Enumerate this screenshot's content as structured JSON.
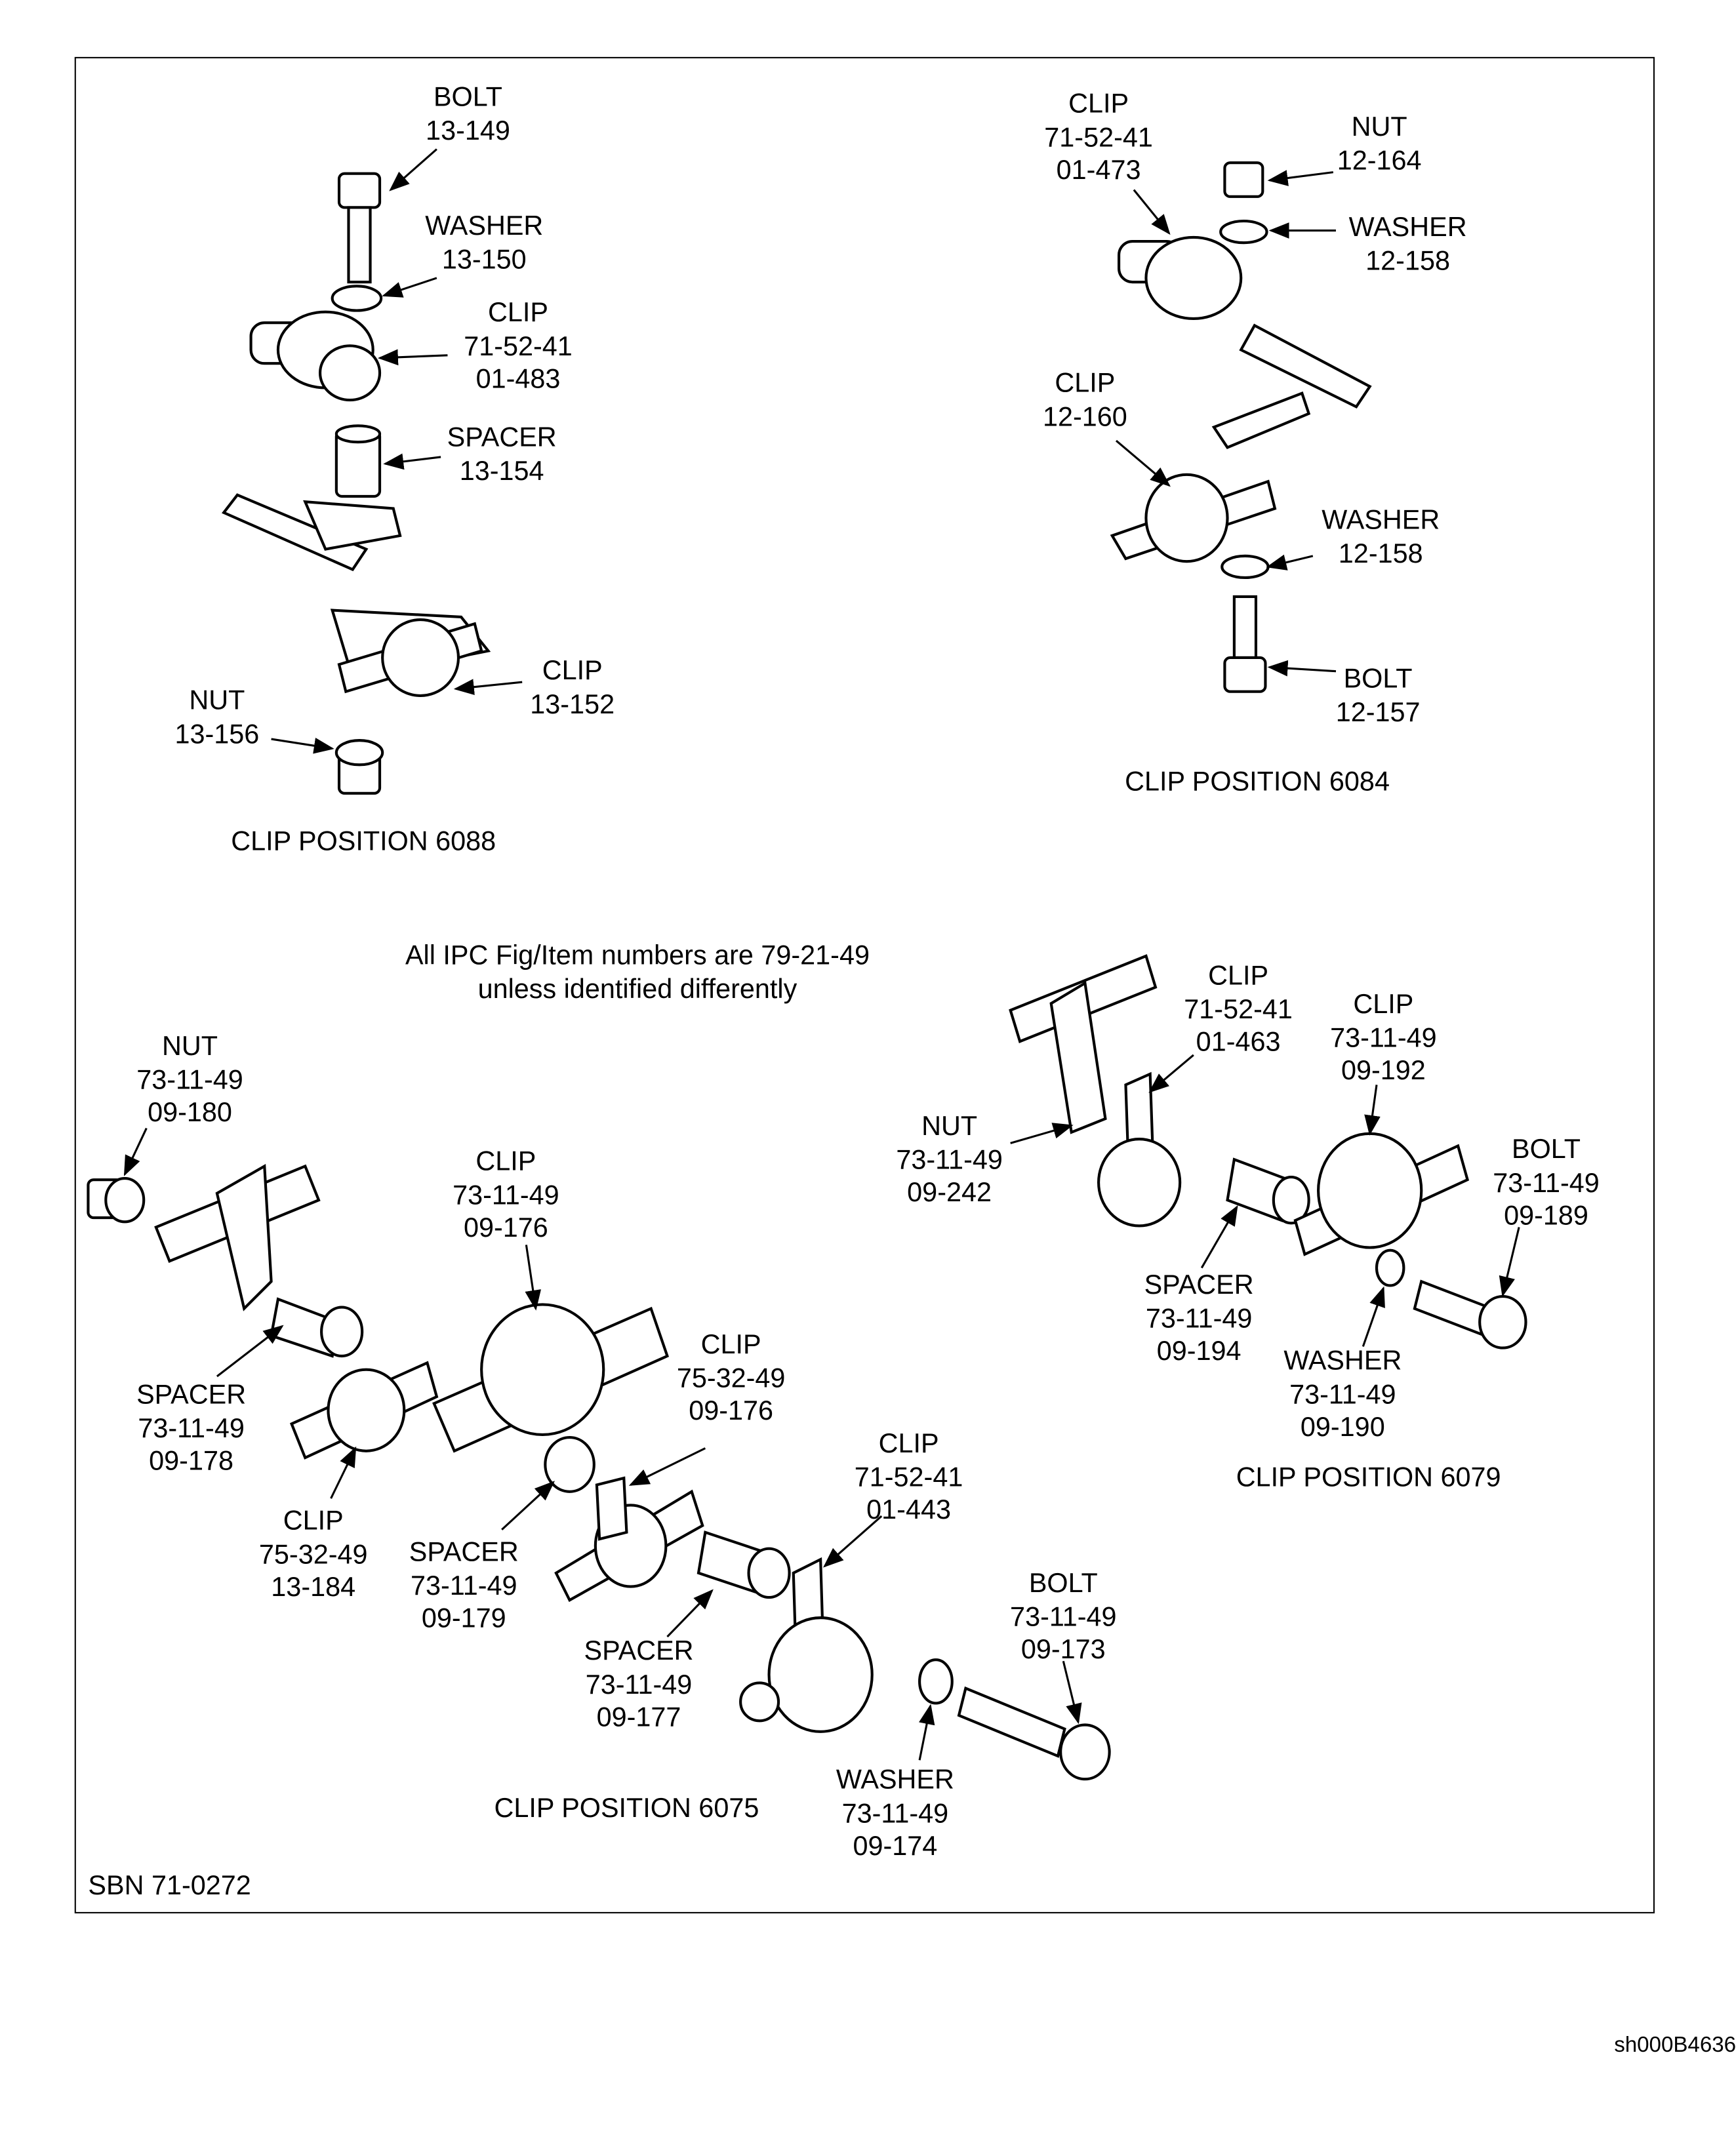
{
  "note": "All IPC Fig/Item numbers are 79-21-49\nunless identified differently",
  "sbn": "SBN 71-0272",
  "sheet_id": "sh000B4636",
  "pos6088": {
    "caption": "CLIP POSITION 6088",
    "bolt": "BOLT\n13-149",
    "washer": "WASHER\n13-150",
    "clip1": "CLIP\n71-52-41\n01-483",
    "spacer": "SPACER\n13-154",
    "clip2": "CLIP\n13-152",
    "nut": "NUT\n13-156"
  },
  "pos6084": {
    "caption": "CLIP POSITION 6084",
    "clip1": "CLIP\n71-52-41\n01-473",
    "nut": "NUT\n12-164",
    "washer1": "WASHER\n12-158",
    "clip2": "CLIP\n12-160",
    "washer2": "WASHER\n12-158",
    "bolt": "BOLT\n12-157"
  },
  "pos6075": {
    "caption": "CLIP POSITION 6075",
    "nut": "NUT\n73-11-49\n09-180",
    "clip_big": "CLIP\n73-11-49\n09-176",
    "spacer1": "SPACER\n73-11-49\n09-178",
    "clip_small": "CLIP\n75-32-49\n13-184",
    "clip_mid": "CLIP\n75-32-49\n09-176",
    "spacer2": "SPACER\n73-11-49\n09-179",
    "clip_bundle": "CLIP\n71-52-41\n01-443",
    "spacer3": "SPACER\n73-11-49\n09-177",
    "bolt": "BOLT\n73-11-49\n09-173",
    "washer": "WASHER\n73-11-49\n09-174"
  },
  "pos6079": {
    "caption": "CLIP POSITION 6079",
    "clip_bundle": "CLIP\n71-52-41\n01-463",
    "clip_big": "CLIP\n73-11-49\n09-192",
    "nut": "NUT\n73-11-49\n09-242",
    "bolt": "BOLT\n73-11-49\n09-189",
    "spacer": "SPACER\n73-11-49\n09-194",
    "washer": "WASHER\n73-11-49\n09-190"
  }
}
